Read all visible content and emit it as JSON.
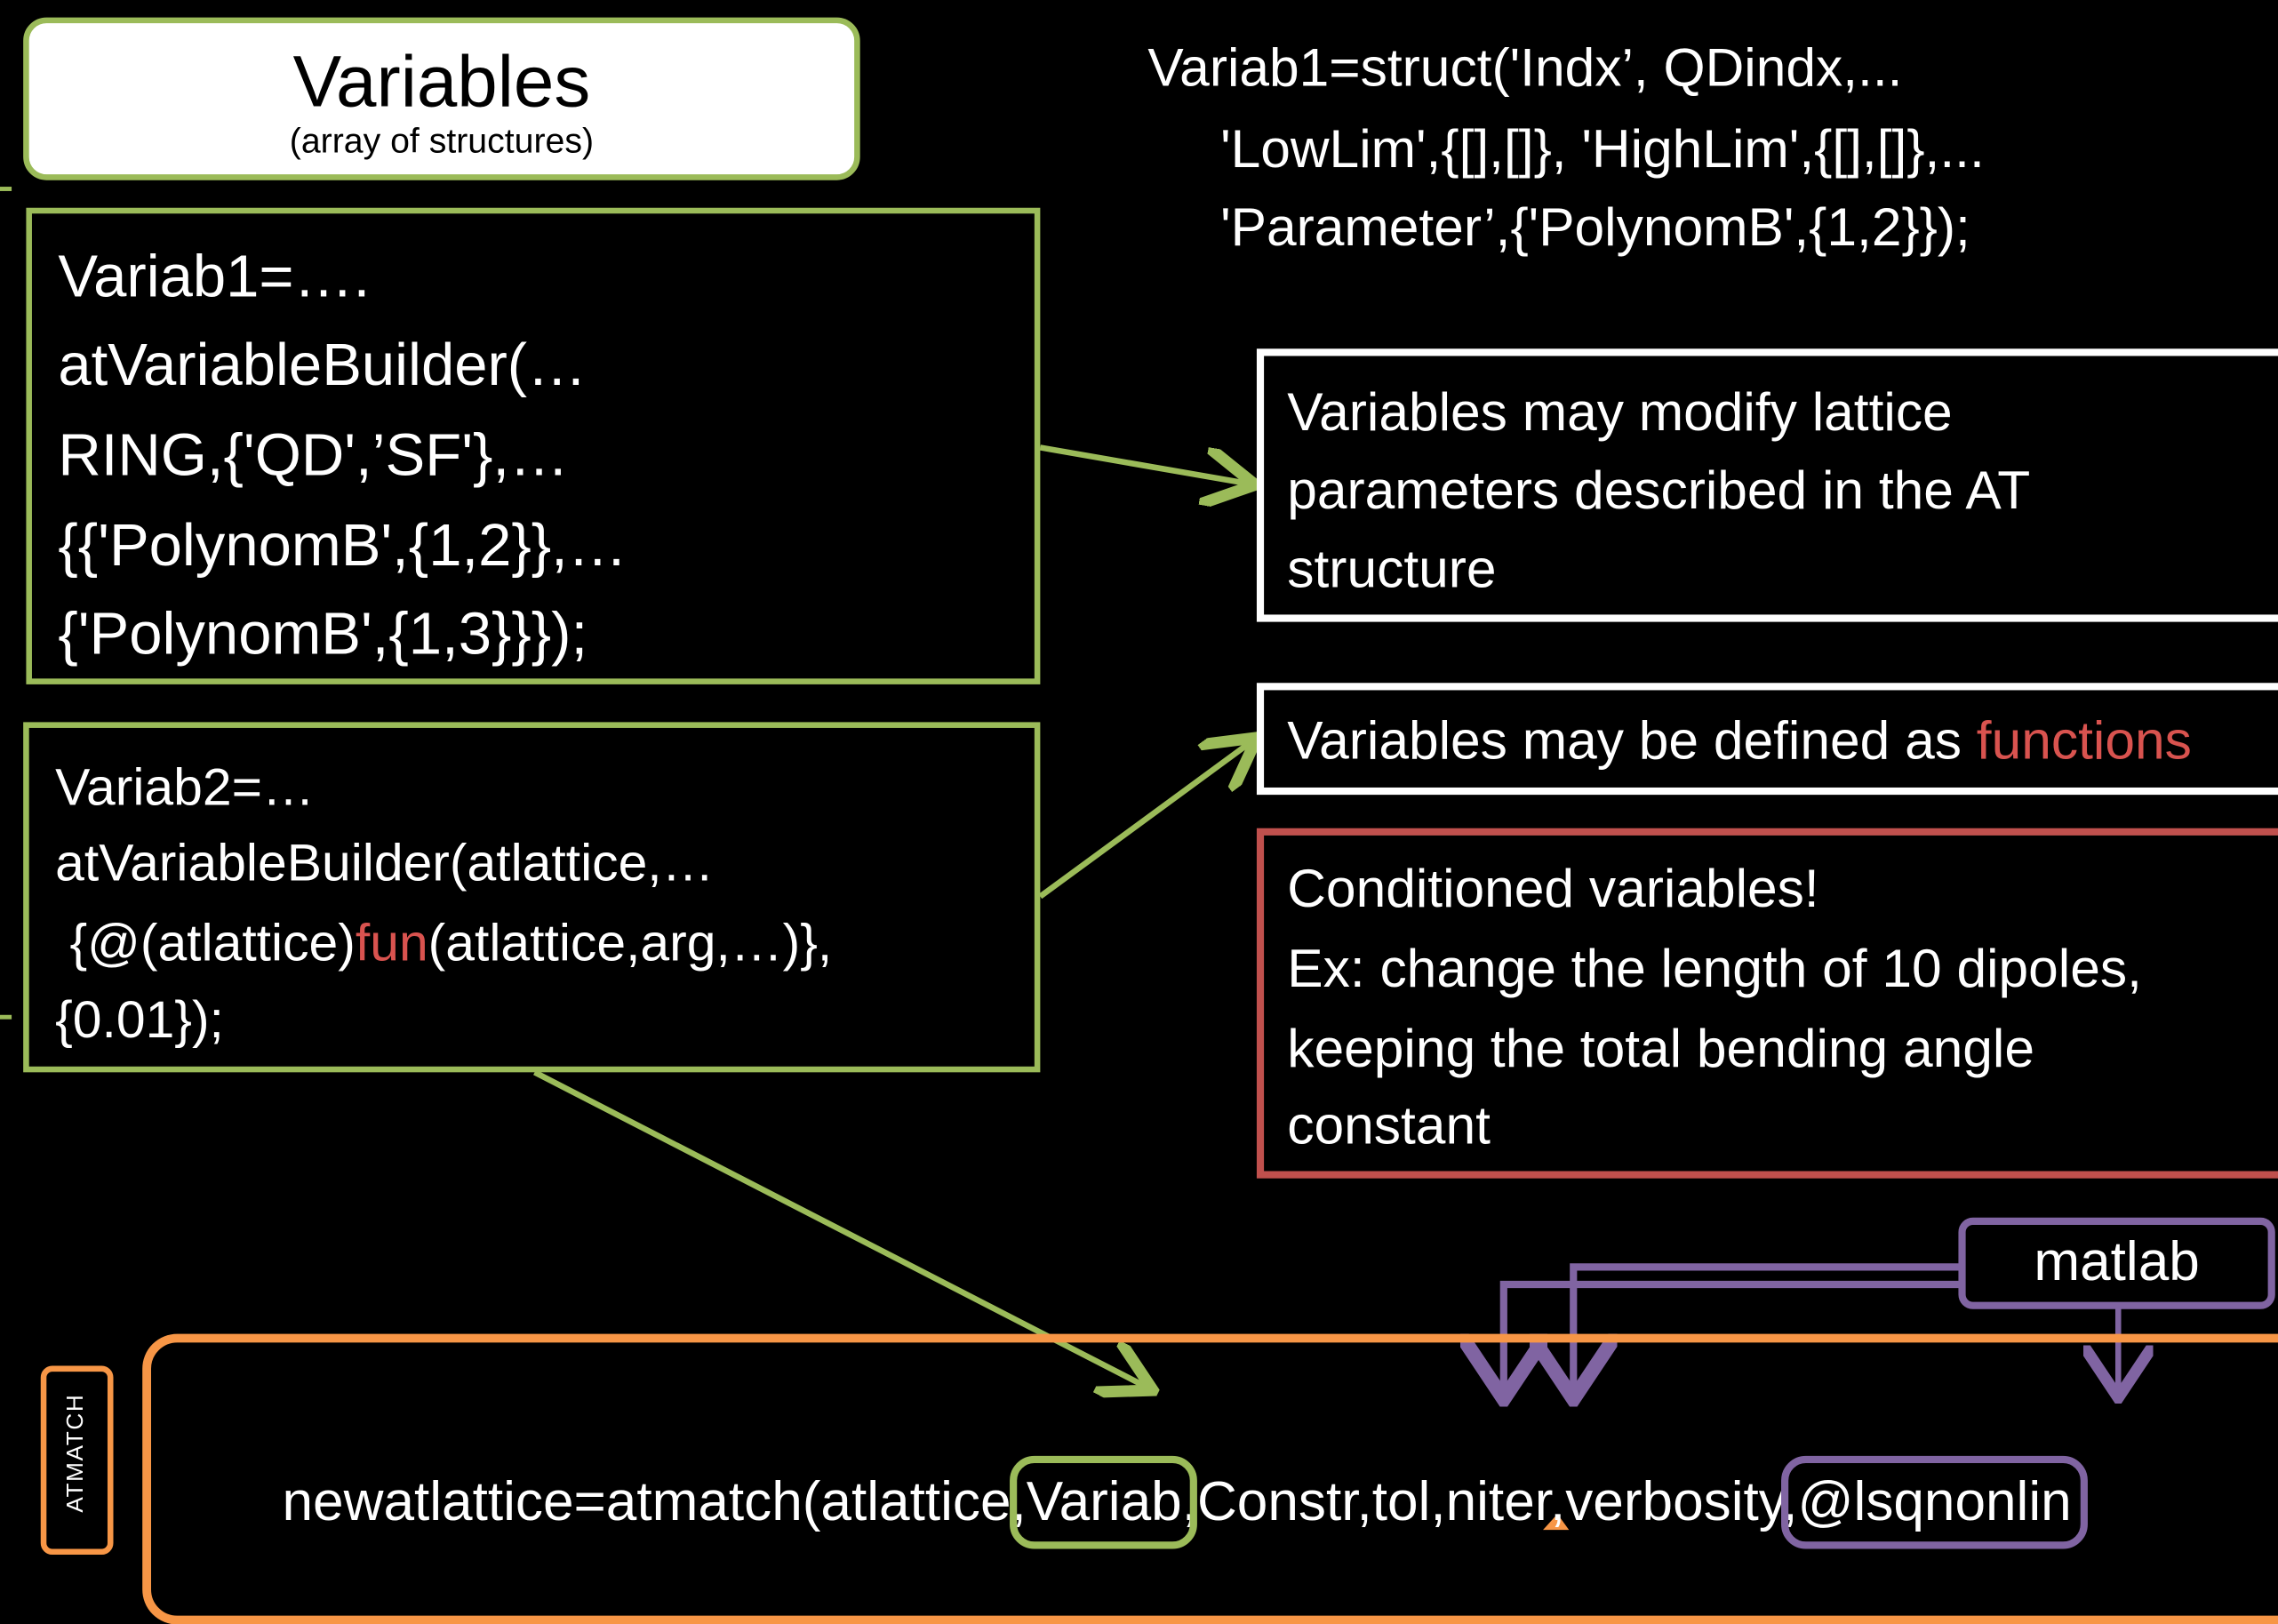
{
  "title_box": {
    "title": "Variables",
    "subtitle": "(array of structures)"
  },
  "box1": {
    "lines": [
      "Variab1=….",
      "atVariableBuilder(…",
      "RING,{'QD',’SF'},…",
      "{{'PolynomB',{1,2}},…",
      "{'PolynomB',{1,3}}});"
    ]
  },
  "box2": {
    "line1": "Variab2=…",
    "line2": "atVariableBuilder(atlattice,…",
    "line3_pre": " {@(atlattice)",
    "line3_fun": "fun",
    "line3_post": "(atlattice,arg,…)},",
    "line4": "{0.01});"
  },
  "struct_code": {
    "lines": [
      "Variab1=struct('Indx’, QDindx,...",
      "'LowLim',{[],[]}, 'HighLim',{[],[]},...",
      "'Parameter’,{'PolynomB',{1,2}});"
    ]
  },
  "note_modify": {
    "lines": [
      "Variables may modify lattice",
      "parameters described in the AT",
      "structure"
    ]
  },
  "note_functions": {
    "text": "Variables may be defined as ",
    "highlight": "functions"
  },
  "note_conditioned": {
    "lines": [
      "Conditioned variables!",
      "Ex: change the length of 10 dipoles,",
      "keeping the total bending angle",
      "constant"
    ]
  },
  "matlab_label": "matlab",
  "atmatch": {
    "side_label": "ATMATCH",
    "pre": "newatlattice=atmatch(atlattice,",
    "variab": "Variab",
    "mid": ",Constr,tol,niter,verbosity,",
    "solver": "@lsqnonlin"
  },
  "colors": {
    "green": "#9bbb59",
    "purple": "#8064a2",
    "orange": "#f79646",
    "red": "#c0504d",
    "fun_red": "#d9534f"
  }
}
